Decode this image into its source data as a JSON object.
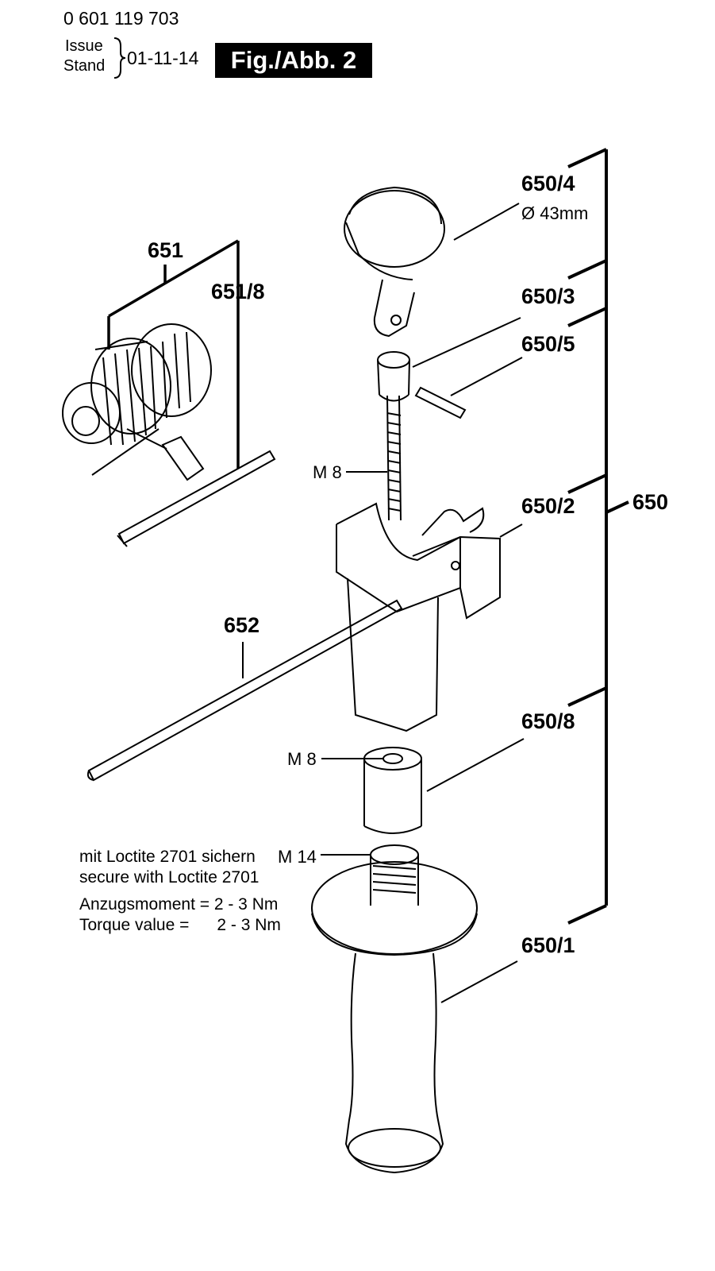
{
  "header": {
    "part_number": "0 601 119 703",
    "issue_label": "Issue",
    "stand_label": "Stand",
    "date": "01-11-14",
    "figure": "Fig./Abb. 2"
  },
  "labels": {
    "p650_4": "650/4",
    "p650_4_dia": "Ø 43mm",
    "p651": "651",
    "p651_8": "651/8",
    "p650_3": "650/3",
    "p650_5": "650/5",
    "m8_top": "M 8",
    "p650_2": "650/2",
    "p650": "650",
    "p652": "652",
    "p650_8": "650/8",
    "m8_bottom": "M 8",
    "m14": "M 14",
    "p650_1": "650/1"
  },
  "notes": {
    "line1": "mit Loctite 2701 sichern",
    "line2": "secure with Loctite 2701",
    "line3": "Anzugsmoment = 2 - 3 Nm",
    "line4": "Torque value =      2 - 3 Nm"
  }
}
